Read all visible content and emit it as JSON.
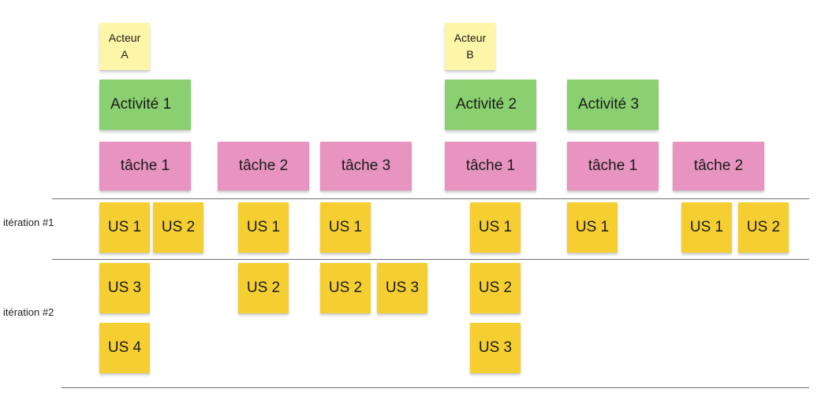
{
  "actors": [
    "Acteur\nA",
    "Acteur\nB"
  ],
  "activities": [
    "Activité 1",
    "Activité 2",
    "Activité 3"
  ],
  "tasks": [
    "tâche 1",
    "tâche 2",
    "tâche 3",
    "tâche 1",
    "tâche 1",
    "tâche 2"
  ],
  "iterations": [
    "itération #1",
    "itération #2"
  ],
  "stories": {
    "it1": [
      "US 1",
      "US 2",
      "US 1",
      "US 1",
      "US 1",
      "US 1",
      "US 1",
      "US 2"
    ],
    "it2": [
      "US 3",
      "US 4",
      "US 2",
      "US 2",
      "US 3",
      "US 2",
      "US 3"
    ]
  },
  "colors": {
    "actor": "#fdf6a8",
    "activity": "#8ad070",
    "task": "#e794c0",
    "story": "#f5cf32"
  }
}
